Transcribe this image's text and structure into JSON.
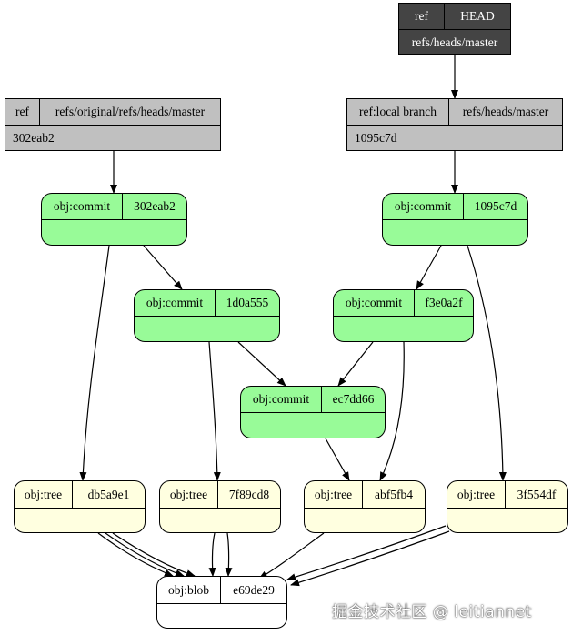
{
  "refs": {
    "head": {
      "left": "ref",
      "right": "HEAD",
      "bottom": "refs/heads/master"
    },
    "original": {
      "left": "ref",
      "right": "refs/original/refs/heads/master",
      "bottom": "302eab2"
    },
    "local": {
      "left": "ref:local branch",
      "right": "refs/heads/master",
      "bottom": "1095c7d"
    }
  },
  "commits": {
    "c302": {
      "label": "obj:commit",
      "hash": "302eab2"
    },
    "c1d0": {
      "label": "obj:commit",
      "hash": "1d0a555"
    },
    "c1095": {
      "label": "obj:commit",
      "hash": "1095c7d"
    },
    "cf3e": {
      "label": "obj:commit",
      "hash": "f3e0a2f"
    },
    "cec7": {
      "label": "obj:commit",
      "hash": "ec7dd66"
    }
  },
  "trees": {
    "tdb5": {
      "label": "obj:tree",
      "hash": "db5a9e1"
    },
    "t7f8": {
      "label": "obj:tree",
      "hash": "7f89cd8"
    },
    "tabf": {
      "label": "obj:tree",
      "hash": "abf5fb4"
    },
    "t3f5": {
      "label": "obj:tree",
      "hash": "3f554df"
    }
  },
  "blob": {
    "label": "obj:blob",
    "hash": "e69de29"
  },
  "watermark": "掘金技术社区 @ leitiannet",
  "colors": {
    "commit": "#98fb98",
    "tree": "#ffffe0",
    "ref": "#c0c0c0",
    "head": "#444444"
  }
}
